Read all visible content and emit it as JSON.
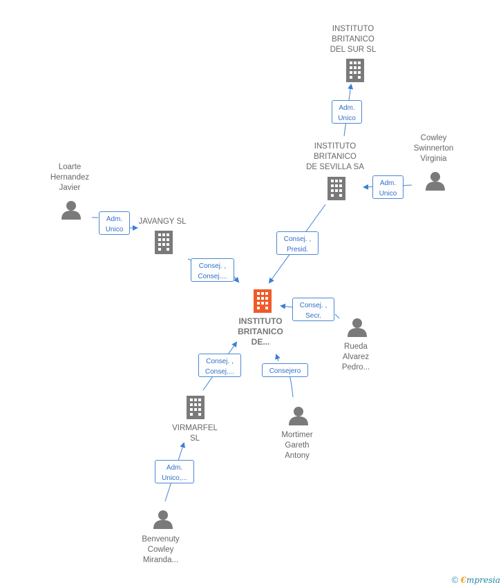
{
  "nodes": {
    "main": "INSTITUTO\nBRITANICO\nDE...",
    "sur": "INSTITUTO\nBRITANICO\nDEL SUR SL",
    "sevilla": "INSTITUTO\nBRITANICO\nDE SEVILLA SA",
    "javangy": "JAVANGY  SL",
    "virmarfel": "VIRMARFEL\nSL",
    "loarte": "Loarte\nHernandez\nJavier",
    "cowley": "Cowley\nSwinnerton\nVirginia",
    "rueda": "Rueda\nAlvarez\nPedro...",
    "mortimer": "Mortimer\nGareth\nAntony",
    "benvenuty": "Benvenuty\nCowley\nMiranda..."
  },
  "roles": {
    "sevilla_sur": "Adm.\nUnico",
    "cowley_sevilla": "Adm.\nUnico",
    "loarte_javangy": "Adm.\nUnico",
    "sevilla_main": "Consej. ,\nPresid.",
    "javangy_main": "Consej. ,\nConsej....",
    "rueda_main": "Consej. ,\nSecr.",
    "virmarfel_main": "Consej. ,\nConsej....",
    "mortimer_main": "Consejero",
    "benvenuty_virmarfel": "Adm.\nUnico,..."
  },
  "colors": {
    "edge": "#3d7fd6",
    "company": "#7a7a7a",
    "main_company": "#f05a28",
    "person": "#7a7a7a"
  },
  "brand": {
    "copyright": "©",
    "e": "€",
    "rest": "mpresia"
  }
}
